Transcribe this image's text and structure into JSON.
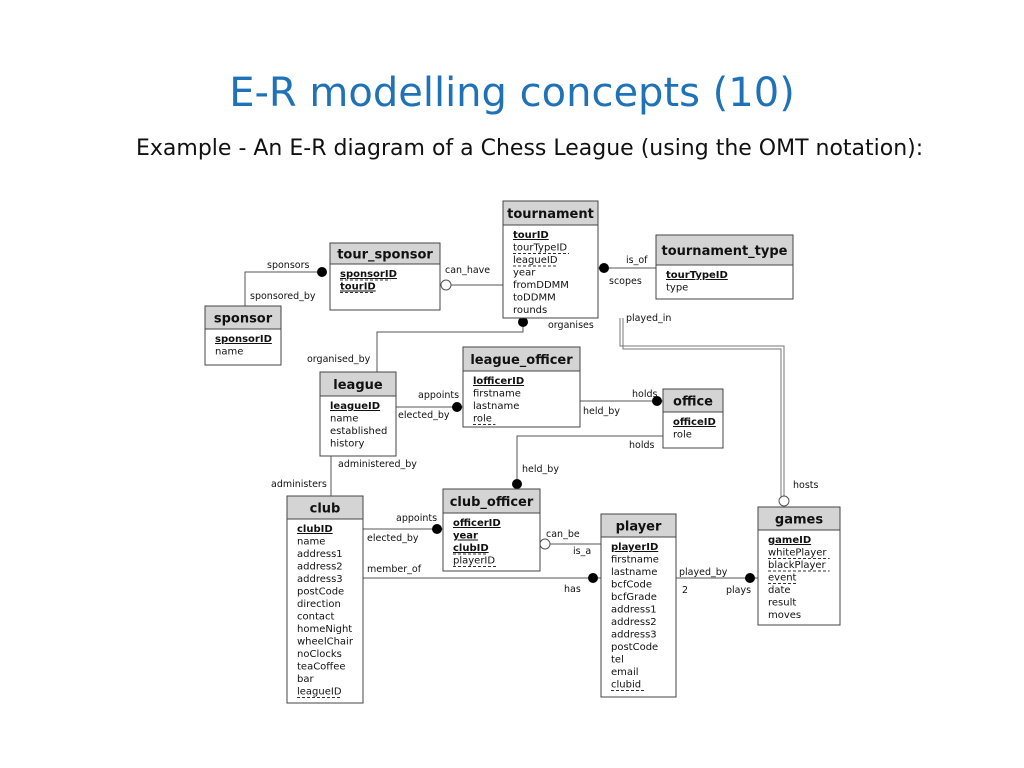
{
  "slide": {
    "title": "E-R modelling concepts (10)",
    "subtitle": "Example - An E-R diagram of a Chess League (using the OMT notation):"
  },
  "entities": {
    "tournament": {
      "name": "tournament",
      "attributes": [
        {
          "text": "tourID",
          "key": true
        },
        {
          "text": "tourTypeID",
          "fk": true
        },
        {
          "text": "leagueID",
          "fk": true
        },
        {
          "text": "year"
        },
        {
          "text": "fromDDMM"
        },
        {
          "text": "toDDMM"
        },
        {
          "text": "rounds"
        }
      ]
    },
    "tour_sponsor": {
      "name": "tour_sponsor",
      "attributes": [
        {
          "text": "sponsorID",
          "key": true,
          "fk": true
        },
        {
          "text": "tourID",
          "key": true,
          "fk": true
        }
      ]
    },
    "tournament_type": {
      "name": "tournament_type",
      "attributes": [
        {
          "text": "tourTypeID",
          "key": true
        },
        {
          "text": "type"
        }
      ]
    },
    "sponsor": {
      "name": "sponsor",
      "attributes": [
        {
          "text": "sponsorID",
          "key": true
        },
        {
          "text": "name"
        }
      ]
    },
    "league_officer": {
      "name": "league_officer",
      "attributes": [
        {
          "text": "lofficerID",
          "key": true
        },
        {
          "text": "firstname"
        },
        {
          "text": "lastname"
        },
        {
          "text": "role",
          "fk": true
        }
      ]
    },
    "league": {
      "name": "league",
      "attributes": [
        {
          "text": "leagueID",
          "key": true
        },
        {
          "text": "name"
        },
        {
          "text": "established"
        },
        {
          "text": "history"
        }
      ]
    },
    "office": {
      "name": "office",
      "attributes": [
        {
          "text": "officeID",
          "key": true
        },
        {
          "text": "role"
        }
      ]
    },
    "club": {
      "name": "club",
      "attributes": [
        {
          "text": "clubID",
          "key": true
        },
        {
          "text": "name"
        },
        {
          "text": "address1"
        },
        {
          "text": "address2"
        },
        {
          "text": "address3"
        },
        {
          "text": "postCode"
        },
        {
          "text": "direction"
        },
        {
          "text": "contact"
        },
        {
          "text": "homeNight"
        },
        {
          "text": "wheelChair"
        },
        {
          "text": "noClocks"
        },
        {
          "text": "teaCoffee"
        },
        {
          "text": "bar"
        },
        {
          "text": "leagueID",
          "fk": true
        }
      ]
    },
    "club_officer": {
      "name": "club_officer",
      "attributes": [
        {
          "text": "officerID",
          "key": true
        },
        {
          "text": "year",
          "key": true
        },
        {
          "text": "clubID",
          "key": true,
          "fk": true
        },
        {
          "text": "playerID",
          "fk": true
        }
      ]
    },
    "player": {
      "name": "player",
      "attributes": [
        {
          "text": "playerID",
          "key": true
        },
        {
          "text": "firstname"
        },
        {
          "text": "lastname"
        },
        {
          "text": "bcfCode"
        },
        {
          "text": "bcfGrade"
        },
        {
          "text": "address1"
        },
        {
          "text": "address2"
        },
        {
          "text": "address3"
        },
        {
          "text": "postCode"
        },
        {
          "text": "tel"
        },
        {
          "text": "email"
        },
        {
          "text": "clubid",
          "fk": true
        }
      ]
    },
    "games": {
      "name": "games",
      "attributes": [
        {
          "text": "gameID",
          "key": true
        },
        {
          "text": "whitePlayer",
          "fk": true
        },
        {
          "text": "blackPlayer",
          "fk": true
        },
        {
          "text": "event",
          "fk": true
        },
        {
          "text": "date"
        },
        {
          "text": "result"
        },
        {
          "text": "moves"
        }
      ]
    }
  },
  "labels": {
    "sponsors": "sponsors",
    "sponsored_by": "sponsored_by",
    "can_have": "can_have",
    "is_of": "is_of",
    "scopes": "scopes",
    "organises": "organises",
    "played_in": "played_in",
    "organised_by": "organised_by",
    "appoints_league": "appoints",
    "elected_by_league": "elected_by",
    "holds_top": "holds",
    "held_by_office": "held_by",
    "holds_bottom": "holds",
    "held_by_club_officer": "held_by",
    "administered_by": "administered_by",
    "administers": "administers",
    "hosts": "hosts",
    "appoints_club": "appoints",
    "elected_by_club": "elected_by",
    "can_be": "can_be",
    "is_a": "is_a",
    "member_of": "member_of",
    "has": "has",
    "played_by": "played_by",
    "two": "2",
    "plays": "plays"
  }
}
